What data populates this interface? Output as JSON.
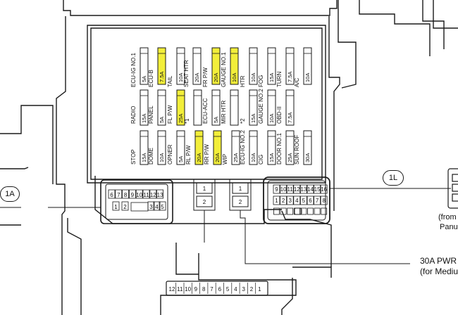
{
  "colors": {
    "line": "#1a1a1a",
    "fuse_highlight": "#f2ee3a",
    "background": "#ffffff"
  },
  "fuse_rows": [
    {
      "fuses": [
        {
          "name": "ECU-IG NO.1",
          "amp": "5A",
          "highlight": false
        },
        {
          "name": "ECU-B",
          "amp": "7.5A",
          "highlight": true
        },
        {
          "name": "TAIL",
          "amp": "10A",
          "highlight": false
        },
        {
          "name": "SEAT HTR",
          "amp": "20A",
          "highlight": false
        },
        {
          "name": "FR P/W",
          "amp": "20A",
          "highlight": true
        },
        {
          "name": "GAUGE NO.1",
          "amp": "10A",
          "highlight": true
        },
        {
          "name": "HTR",
          "amp": "10A",
          "highlight": false
        },
        {
          "name": "FOG",
          "amp": "15A",
          "highlight": false
        },
        {
          "name": "TURN",
          "amp": "7.5A",
          "highlight": false
        },
        {
          "name": "A/C",
          "amp": "10A",
          "highlight": false
        }
      ]
    },
    {
      "fuses": [
        {
          "name": "RADIO",
          "amp": "15A",
          "highlight": false
        },
        {
          "name": "PANEL",
          "amp": "5A",
          "highlight": false
        },
        {
          "name": "FL P/W",
          "amp": "25A",
          "highlight": true
        },
        {
          "name": "*1",
          "amp": "",
          "highlight": false
        },
        {
          "name": "ECU-ACC",
          "amp": "5A",
          "highlight": false
        },
        {
          "name": "MIR HTR",
          "amp": "",
          "highlight": false
        },
        {
          "name": "*2",
          "amp": "15A",
          "highlight": false
        },
        {
          "name": "GAUGE NO.2",
          "amp": "10A",
          "highlight": false
        },
        {
          "name": "OBD-II",
          "amp": "7.5A",
          "highlight": false
        }
      ]
    },
    {
      "fuses": [
        {
          "name": "STOP",
          "amp": "15A",
          "highlight": false
        },
        {
          "name": "DOME",
          "amp": "10A",
          "highlight": false
        },
        {
          "name": "OPNER",
          "amp": "5A",
          "highlight": false
        },
        {
          "name": "RL P/W",
          "amp": "20A",
          "highlight": true
        },
        {
          "name": "RR P/W",
          "amp": "20A",
          "highlight": true
        },
        {
          "name": "WIP",
          "amp": "25A",
          "highlight": false
        },
        {
          "name": "ECU-IG NO.2",
          "amp": "10A",
          "highlight": false
        },
        {
          "name": "CIG",
          "amp": "15A",
          "highlight": false
        },
        {
          "name": "DOOR NO.1",
          "amp": "25A",
          "highlight": false
        },
        {
          "name": "SUN ROOF",
          "amp": "30A",
          "highlight": false
        }
      ]
    }
  ],
  "connectors": {
    "c1a": {
      "label": "1A",
      "top_pins": [
        "6",
        "7",
        "8",
        "9",
        "10",
        "11",
        "12",
        "13"
      ],
      "bottom_pins": [
        "1",
        "2",
        "3",
        "4",
        "5"
      ]
    },
    "c1l": {
      "label": "1L",
      "top_pins": [
        "9",
        "10",
        "11",
        "12",
        "13",
        "14",
        "15",
        "16"
      ],
      "mid_pins": [
        "1",
        "2",
        "3",
        "4",
        "5",
        "6",
        "7",
        "8"
      ]
    },
    "relay_a": {
      "pins": [
        "1",
        "2"
      ]
    },
    "relay_b": {
      "pins": [
        "1",
        "2"
      ]
    },
    "bottom": {
      "pins": [
        "12",
        "11",
        "10",
        "9",
        "8",
        "7",
        "6",
        "5",
        "4",
        "3",
        "2",
        "1"
      ]
    }
  },
  "labels": {
    "pwr": "30A PWR",
    "medium": "(for Mediu",
    "from": "(from",
    "panel": "Panu"
  }
}
